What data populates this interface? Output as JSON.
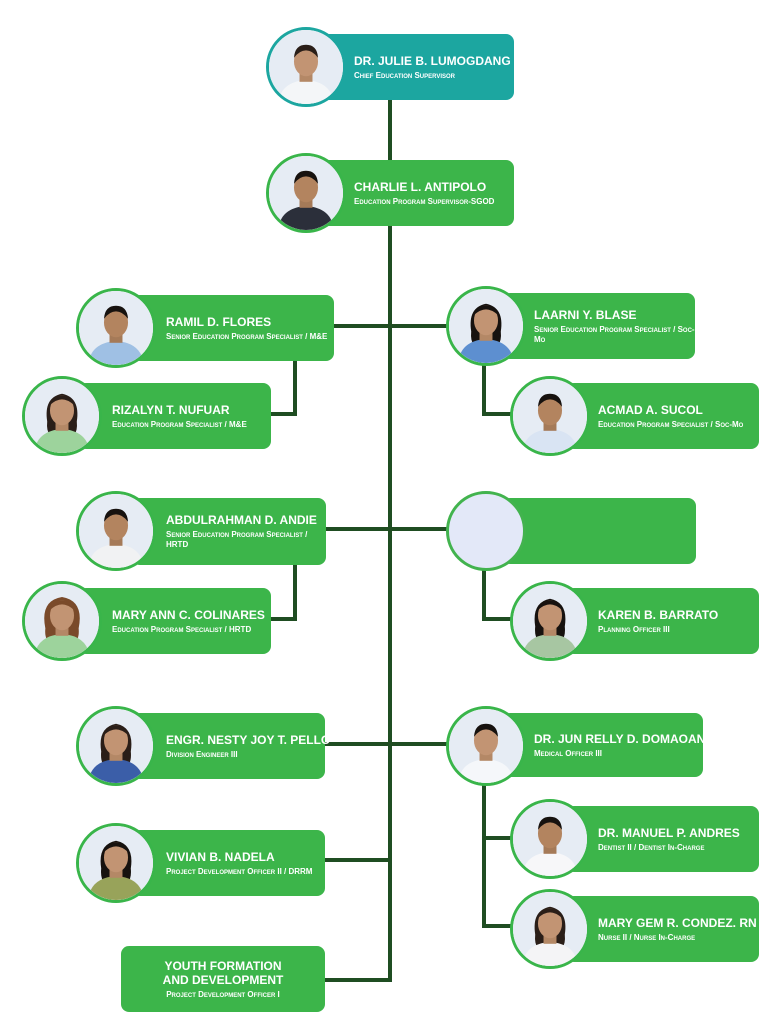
{
  "colors": {
    "card_green": "#3cb54a",
    "card_teal": "#1ca6a0",
    "connector": "#1f4d22",
    "placeholder_fill": "#e3e8f8"
  },
  "icons": [
    "person-photo-icon"
  ],
  "people": {
    "lumogdang": {
      "name": "DR. JULIE B. LUMOGDANG",
      "title": "Chief Education Supervisor"
    },
    "antipolo": {
      "name": "CHARLIE L. ANTIPOLO",
      "title": "Education Program Supervisor-SGOD"
    },
    "flores": {
      "name": "RAMIL D. FLORES",
      "title": "Senior Education Program Specialist / M&E"
    },
    "nufuar": {
      "name": "RIZALYN T. NUFUAR",
      "title": "Education Program Specialist / M&E"
    },
    "blase": {
      "name": "LAARNI Y. BLASE",
      "title": "Senior Education Program Specialist / Soc-Mo"
    },
    "sucol": {
      "name": "ACMAD A. SUCOL",
      "title": "Education Program Specialist / Soc-Mo"
    },
    "andie": {
      "name": "ABDULRAHMAN D. ANDIE",
      "title": "Senior Education Program Specialist / HRTD"
    },
    "colinares": {
      "name": "MARY ANN C. COLINARES",
      "title": "Education Program Specialist / HRTD"
    },
    "barrato": {
      "name": "KAREN B. BARRATO",
      "title": "Planning Officer III"
    },
    "pello": {
      "name": "ENGR. NESTY JOY T. PELLO",
      "title": "Division Engineer III"
    },
    "domaoan": {
      "name": "DR. JUN RELLY D. DOMAOAN",
      "title": "Medical Officer III"
    },
    "andres": {
      "name": "DR. MANUEL P. ANDRES",
      "title": "Dentist II / Dentist In-Charge"
    },
    "nadela": {
      "name": "VIVIAN B. NADELA",
      "title": "Project Development Officer II / DRRM"
    },
    "condez": {
      "name": "MARY GEM R. CONDEZ. RN",
      "title": "Nurse II / Nurse In-Charge"
    }
  },
  "youth": {
    "line1": "YOUTH FORMATION",
    "line2": "AND DEVELOPMENT",
    "title": "Project Development Officer I"
  }
}
